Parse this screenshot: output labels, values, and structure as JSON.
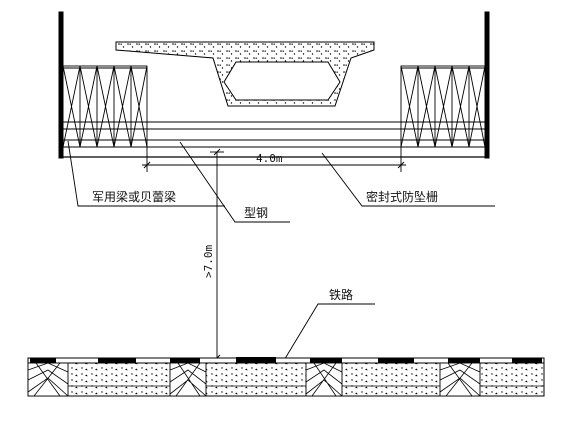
{
  "diagram": {
    "labels": {
      "beam": "军用梁或贝蕾梁",
      "steel": "型钢",
      "fence": "密封式防坠栅",
      "rail": "铁路"
    },
    "dimensions": {
      "span": "4.0m",
      "clearance": ">7.0m"
    }
  },
  "colors": {
    "stroke": "#000000",
    "background": "#ffffff"
  }
}
